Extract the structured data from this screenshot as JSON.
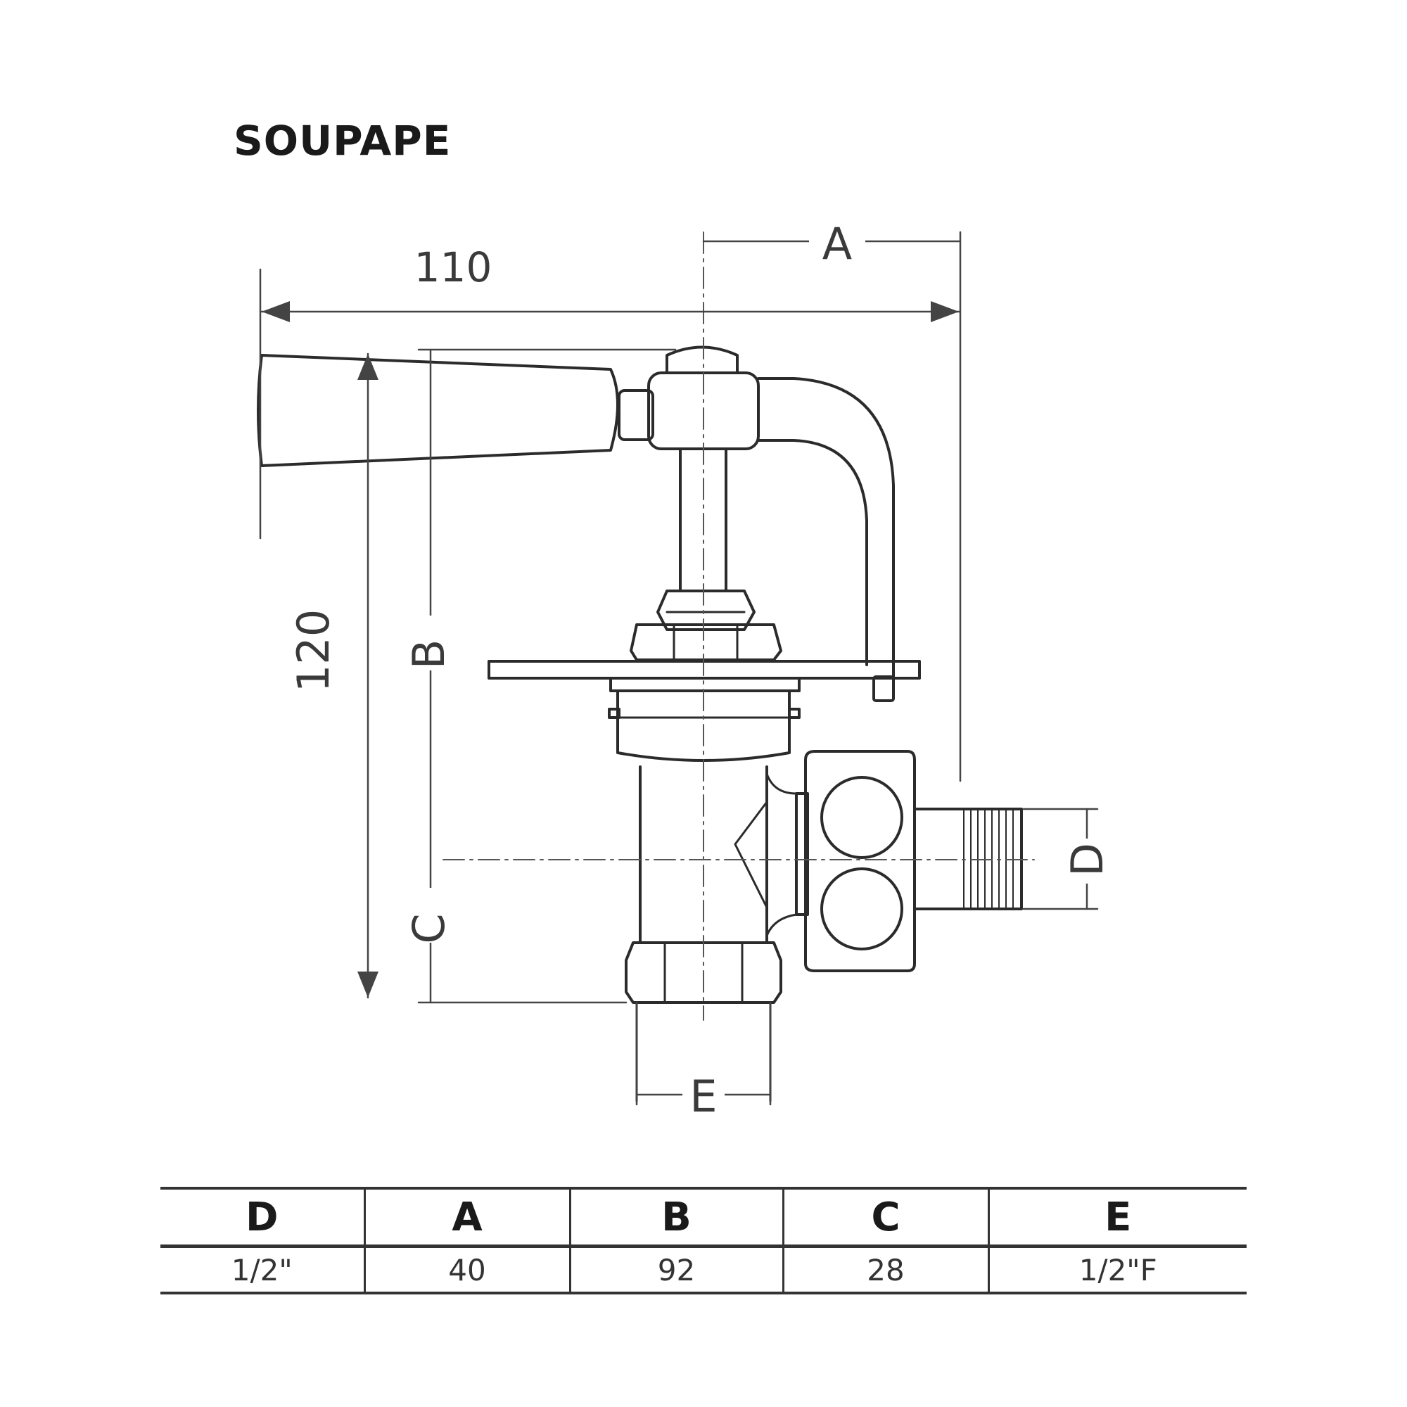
{
  "title": "SOUPAPE",
  "dimensions": {
    "width": "110",
    "height": "120",
    "a": "A",
    "b": "B",
    "c": "C",
    "d": "D",
    "e": "E"
  },
  "table": {
    "headers": [
      "D",
      "A",
      "B",
      "C",
      "E"
    ],
    "values": [
      "1/2\"",
      "40",
      "92",
      "28",
      "1/2\"F"
    ]
  }
}
